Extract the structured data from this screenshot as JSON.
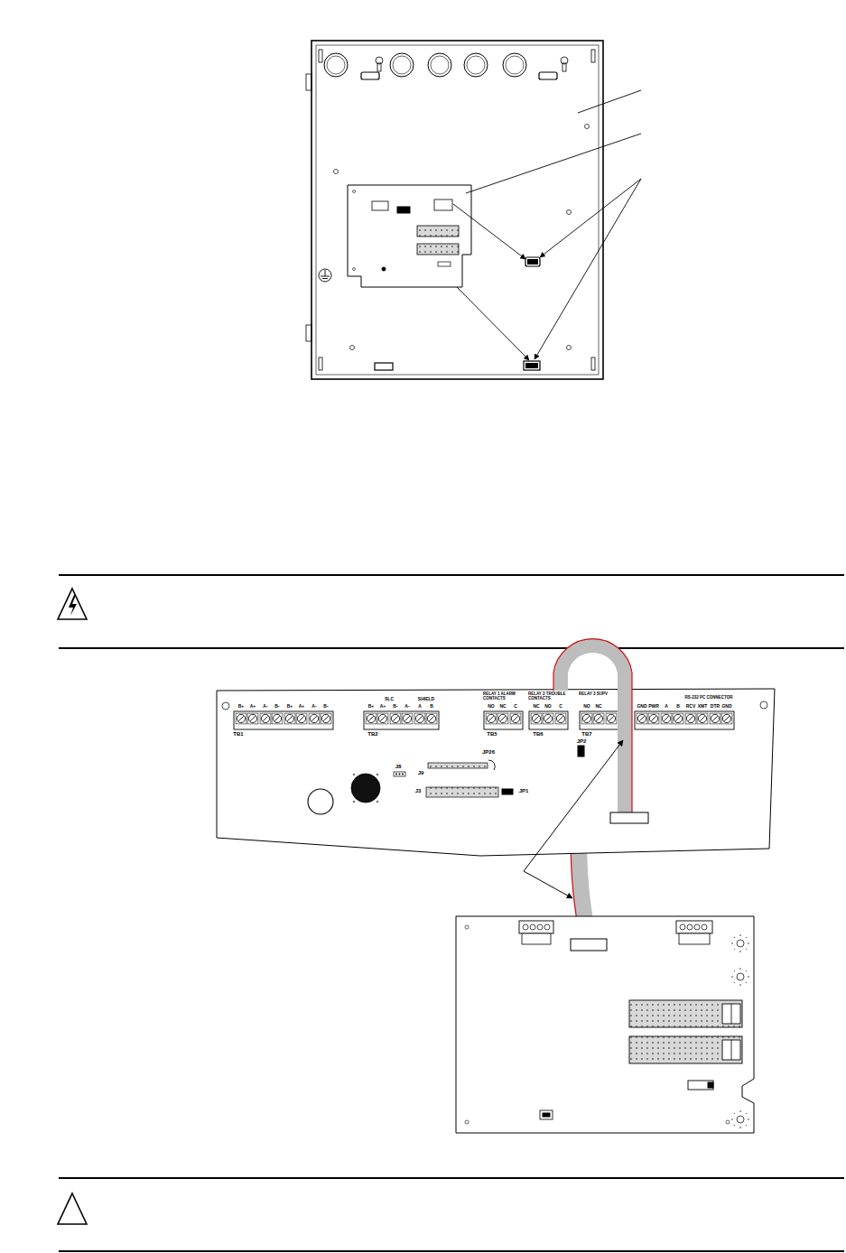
{
  "diagram": {
    "labels": [
      "B+",
      "A+",
      "A-",
      "B-",
      "B+",
      "A+",
      "A-",
      "B-",
      "TB1",
      "SLC",
      "B+",
      "A+",
      "B-",
      "A-",
      "SHIELD",
      "A",
      "B",
      "TB2",
      "RELAY 1 ALARM CONTACTS",
      "NO",
      "NC",
      "C",
      "TB5",
      "RELAY 2 TROUBLE CONTACTS",
      "NC",
      "NO",
      "C",
      "TB6",
      "RELAY 3 SUPV",
      "NO",
      "NC",
      "TB7",
      "JP2",
      "GND",
      "PWR",
      "A",
      "B",
      "RS-232 PC CONNECTOR",
      "RCV",
      "XMT",
      "DTR",
      "GND",
      "J8",
      "JP26",
      "J9",
      "J3",
      "JP1"
    ]
  }
}
